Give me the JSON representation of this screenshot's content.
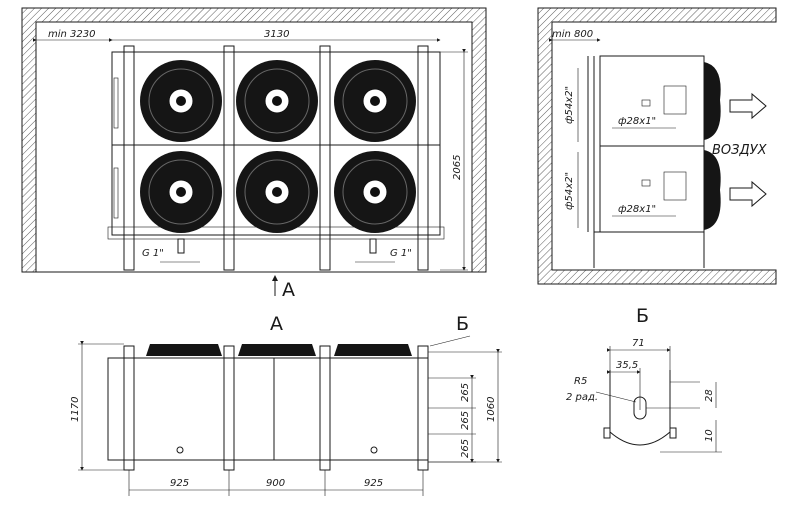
{
  "top_view": {
    "min_clearance": "min 3230",
    "width": "3130",
    "height": "2065",
    "pipe_left": "G 1\"",
    "pipe_right": "G 1\""
  },
  "view_marker": "A",
  "side_view": {
    "min_clearance": "min 800",
    "dia_upper_vertical": "ф54x2\"",
    "dia_upper_horizontal": "ф28x1\"",
    "dia_lower_vertical": "ф54x2\"",
    "dia_lower_horizontal": "ф28x1\"",
    "air_label": "ВОЗДУХ"
  },
  "front_view": {
    "title": "A",
    "callout": "Б",
    "height_total": "1170",
    "height_body": "1060",
    "rows": [
      "265",
      "265",
      "265"
    ],
    "spans": [
      "925",
      "900",
      "925"
    ]
  },
  "detail_view": {
    "title": "Б",
    "width": "71",
    "half_width": "35,5",
    "radius": "R5",
    "holes": "2 рад.",
    "vertical_offset": "28",
    "bottom_offset": "10"
  }
}
